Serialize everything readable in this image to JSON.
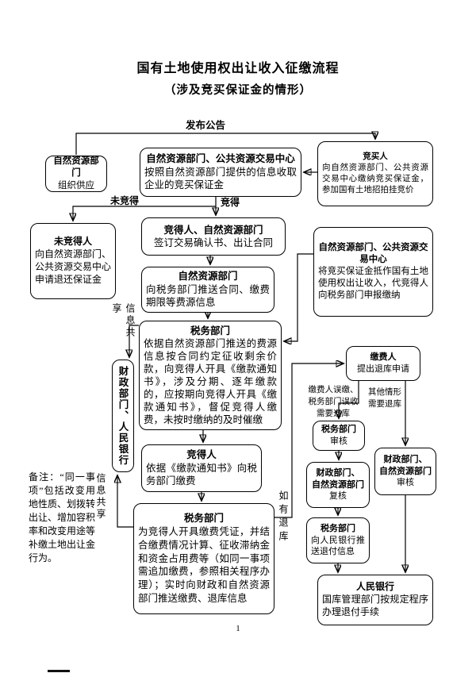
{
  "page": {
    "title": "国有土地使用权出让收入征缴流程",
    "subtitle": "（涉及竞买保证金的情形）",
    "note": "备注：“同一事项”包括改变用地性质、划拨转出让、增加容积率和改变用途等补缴土地出让金行为。",
    "page_number": "1"
  },
  "labels": {
    "publish_notice": "发布公告",
    "not_won": "未竞得",
    "won": "竞得",
    "info_share_top": "信息共享",
    "info_share_bottom": "信息共享",
    "payer_mistake": "缴费人误缴、\n税务部门误收\n需要退库",
    "other_case": "其他情形\n需要退库",
    "if_refund": "如有退库"
  },
  "boxes": {
    "org_supply": {
      "title": "自然资源部门",
      "body": "组织供应"
    },
    "collect_deposit": {
      "title": "自然资源部门、公共资源交易中心",
      "body": "按照自然资源部门提供的信息收取企业的竞买保证金"
    },
    "bidder": {
      "title": "竞买人",
      "body": "向自然资源部门、公共资源交易中心缴纳竞买保证金，参加国有土地招拍挂竞价"
    },
    "not_winner": {
      "title": "未竞得人",
      "body": "向自然资源部门、公共资源交易中心申请退还保证金"
    },
    "sign_contract": {
      "title": "竞得人、自然资源部门",
      "body": "签订交易确认书、出让合同"
    },
    "deposit_offset": {
      "title": "自然资源部门、公共资源交易中心",
      "body": "将竞买保证金抵作国有土地使用权出让收入，代竞得人向税务部门申报缴纳"
    },
    "push_info": {
      "title": "自然资源部门",
      "body": "向税务部门推送合同、缴费期限等费源信息"
    },
    "tax_collect": {
      "title": "税务部门",
      "body": "依据自然资源部门推送的费源信息按合同约定征收剩余价款，向竞得人开具《缴款通知书》，涉及分期、逐年缴款的，应按期向竞得人开具《缴款通知书》，督促竞得人缴费，未按时缴纳的及时催缴"
    },
    "finance_pboc": {
      "title": "财政部门、人民银行"
    },
    "payer_refund": {
      "title": "缴费人",
      "body": "提出退库申请"
    },
    "tax_review": {
      "title": "税务部门",
      "body": "审核"
    },
    "finance_recheck": {
      "title": "财政部门、\n自然资源部门",
      "body": "复核"
    },
    "finance_review": {
      "title": "财政部门、\n自然资源部门",
      "body": "审核"
    },
    "tax_push_refund": {
      "title": "税务部门",
      "body": "向人民银行推送退付信息"
    },
    "winner_pay": {
      "title": "竞得人",
      "body": "依据《缴款通知书》向税务部门缴费"
    },
    "tax_voucher": {
      "title": "税务部门",
      "body": "为竞得人开具缴费凭证，并结合缴费情况计算、征收滞纳金和资金占用费等（如同一事项需追加缴费，参照相关程序办理）；实时向财政和自然资源部门推送缴费、退库信息"
    },
    "pboc": {
      "title": "人民银行",
      "body": "国库管理部门按规定程序办理退付手续"
    }
  }
}
